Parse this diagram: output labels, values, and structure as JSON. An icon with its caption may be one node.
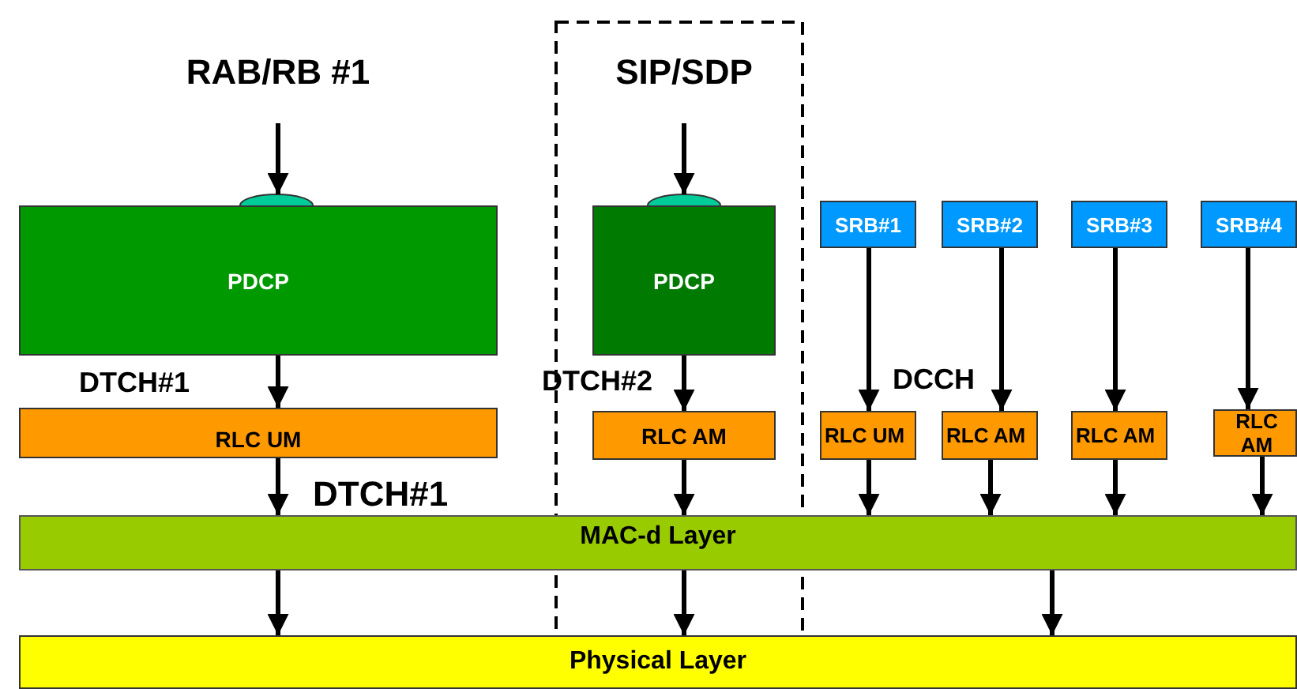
{
  "diagram": {
    "nodes": [
      {
        "text": [
          "RAB/RB #1"
        ]
      },
      {
        "text": [
          "PDCP"
        ]
      },
      {
        "text": [
          "SIP/SDP"
        ]
      },
      {
        "text": [
          "PDCP"
        ]
      },
      {
        "text": [
          "SRB#1"
        ]
      },
      {
        "text": [
          "SRB#2"
        ]
      },
      {
        "text": [
          "SRB#3"
        ]
      },
      {
        "text": [
          "SRB#4"
        ]
      },
      {
        "text": [
          "RLC UM"
        ]
      },
      {
        "text": [
          "RLC AM"
        ]
      },
      {
        "text": [
          "RLC UM"
        ]
      },
      {
        "text": [
          "RLC AM"
        ]
      },
      {
        "text": [
          "RLC AM"
        ]
      },
      {
        "text": [
          "RLC AM"
        ]
      },
      {
        "text": [
          "MAC-d Layer"
        ]
      },
      {
        "text": [
          "Physical Layer"
        ]
      }
    ],
    "edges": [
      {
        "from": 0,
        "to": 1,
        "arrow": "to"
      },
      {
        "from": 2,
        "to": 3,
        "arrow": "to"
      },
      {
        "from": 1,
        "to": 8,
        "arrow": "to"
      },
      {
        "from": 3,
        "to": 9,
        "arrow": "to"
      },
      {
        "from": 4,
        "to": 10,
        "arrow": "to"
      },
      {
        "from": 5,
        "to": 11,
        "arrow": "to"
      },
      {
        "from": 6,
        "to": 12,
        "arrow": "to"
      },
      {
        "from": 7,
        "to": 13,
        "arrow": "to"
      },
      {
        "from": 8,
        "to": 14,
        "arrow": "to"
      },
      {
        "from": 9,
        "to": 14,
        "arrow": "to"
      },
      {
        "from": 10,
        "to": 14,
        "arrow": "to"
      },
      {
        "from": 11,
        "to": 14,
        "arrow": "to"
      },
      {
        "from": 12,
        "to": 14,
        "arrow": "to"
      },
      {
        "from": 13,
        "to": 14,
        "arrow": "to"
      },
      {
        "from": 14,
        "to": 15,
        "arrow": "to"
      },
      {
        "from": 14,
        "to": 15,
        "arrow": "to"
      },
      {
        "from": 14,
        "to": 15,
        "arrow": "to"
      }
    ],
    "labels": [
      "DTCH#1",
      "DTCH#2",
      "DCCH",
      "DTCH#1"
    ]
  }
}
